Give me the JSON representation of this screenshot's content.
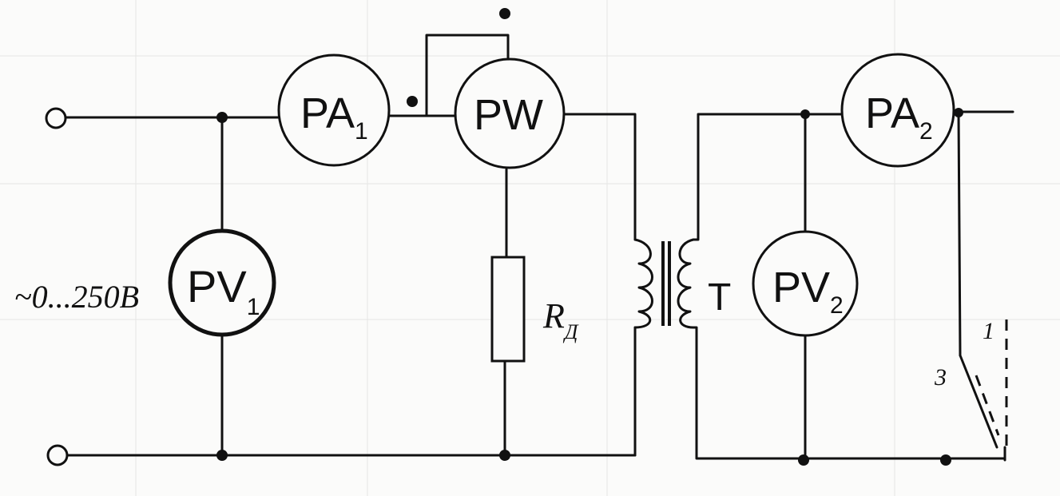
{
  "diagram": {
    "source_label": "~0...250В",
    "meters": {
      "pa1": {
        "main": "PA",
        "sub": "1"
      },
      "pw": {
        "main": "PW",
        "sub": ""
      },
      "pa2": {
        "main": "PA",
        "sub": "2"
      },
      "pv1": {
        "main": "PV",
        "sub": "1"
      },
      "pv2": {
        "main": "PV",
        "sub": "2"
      }
    },
    "resistor": {
      "main": "R",
      "sub": "Д"
    },
    "transformer": {
      "label": "T"
    },
    "switch": {
      "pos_1": "1",
      "pos_3": "3"
    }
  }
}
